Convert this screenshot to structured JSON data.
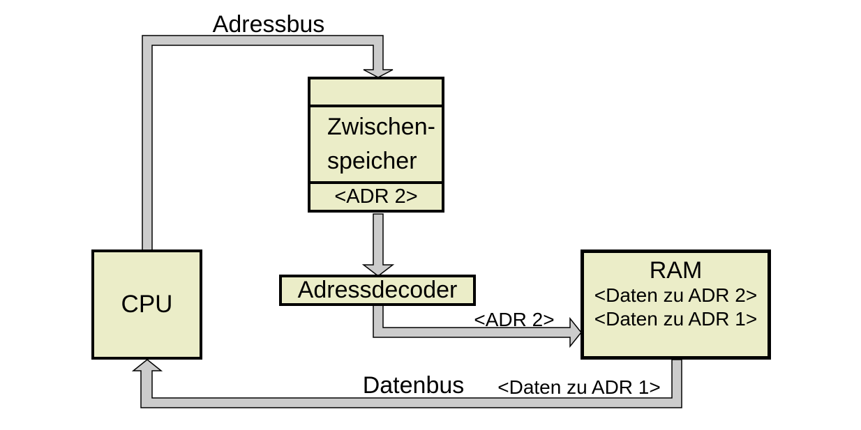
{
  "diagram": {
    "labels": {
      "adressbus": "Adressbus",
      "datenbus": "Datenbus",
      "adr2_arrow": "<ADR 2>",
      "daten_zu_adr1": "<Daten zu ADR 1>"
    },
    "nodes": {
      "cpu": {
        "label": "CPU"
      },
      "zwischenspeicher": {
        "label_line1": "Zwischen-",
        "label_line2": "speicher",
        "register": "<ADR 2>"
      },
      "adressdecoder": {
        "label": "Adressdecoder"
      },
      "ram": {
        "title": "RAM",
        "row1": "<Daten zu ADR 2>",
        "row2": "<Daten zu ADR 1>"
      }
    },
    "colors": {
      "background": "#ffffff",
      "box_fill": "#ebedc8",
      "box_border": "#000000",
      "bus_fill": "#cccccc",
      "bus_outline": "#000000",
      "text": "#000000"
    }
  }
}
